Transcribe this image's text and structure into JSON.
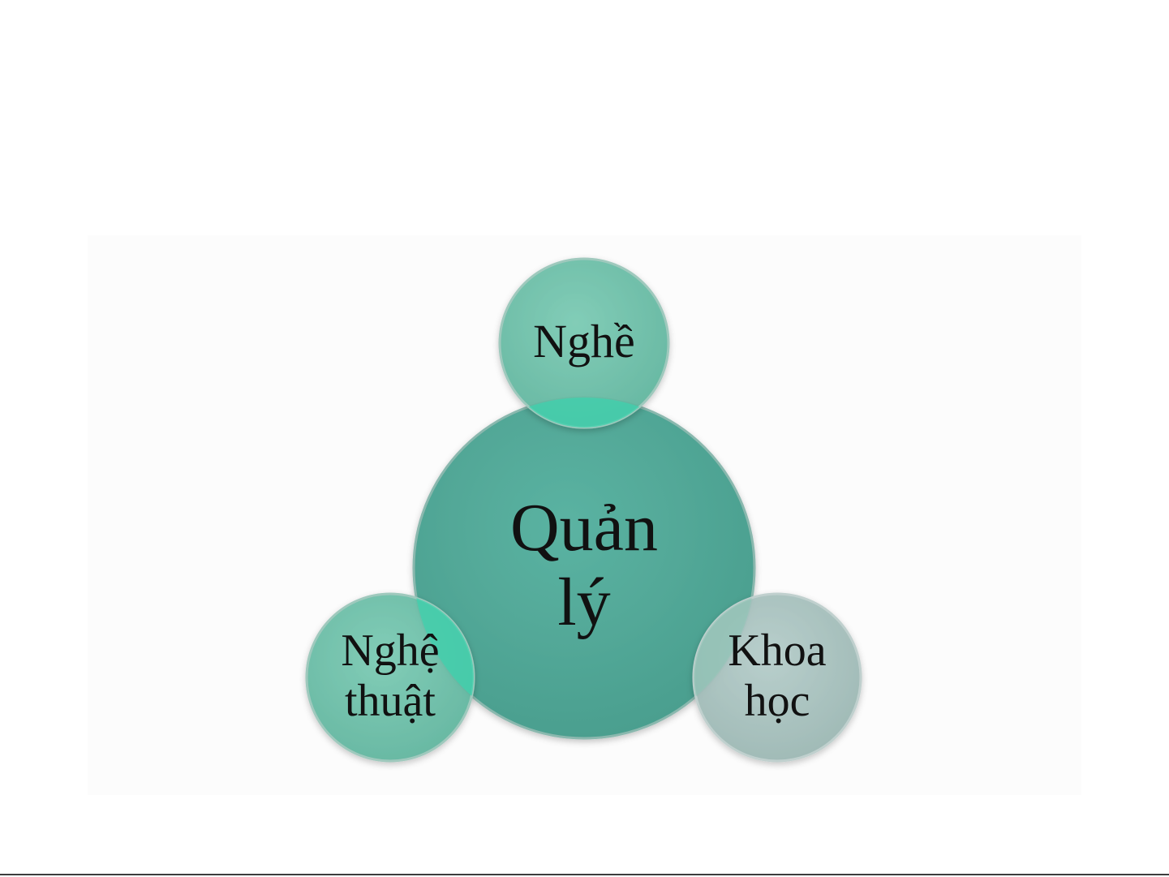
{
  "diagram": {
    "center": {
      "lines": [
        "Quản",
        "lý"
      ],
      "color": "#52a898"
    },
    "top": {
      "lines": [
        "Nghề"
      ],
      "color": "#6cc2aa"
    },
    "left": {
      "lines": [
        "Nghệ",
        "thuật"
      ],
      "color": "#6cc2aa"
    },
    "right": {
      "lines": [
        "Khoa",
        "học"
      ],
      "color": "#a8c2bf"
    },
    "overlap_color": "#3fd1ae"
  }
}
